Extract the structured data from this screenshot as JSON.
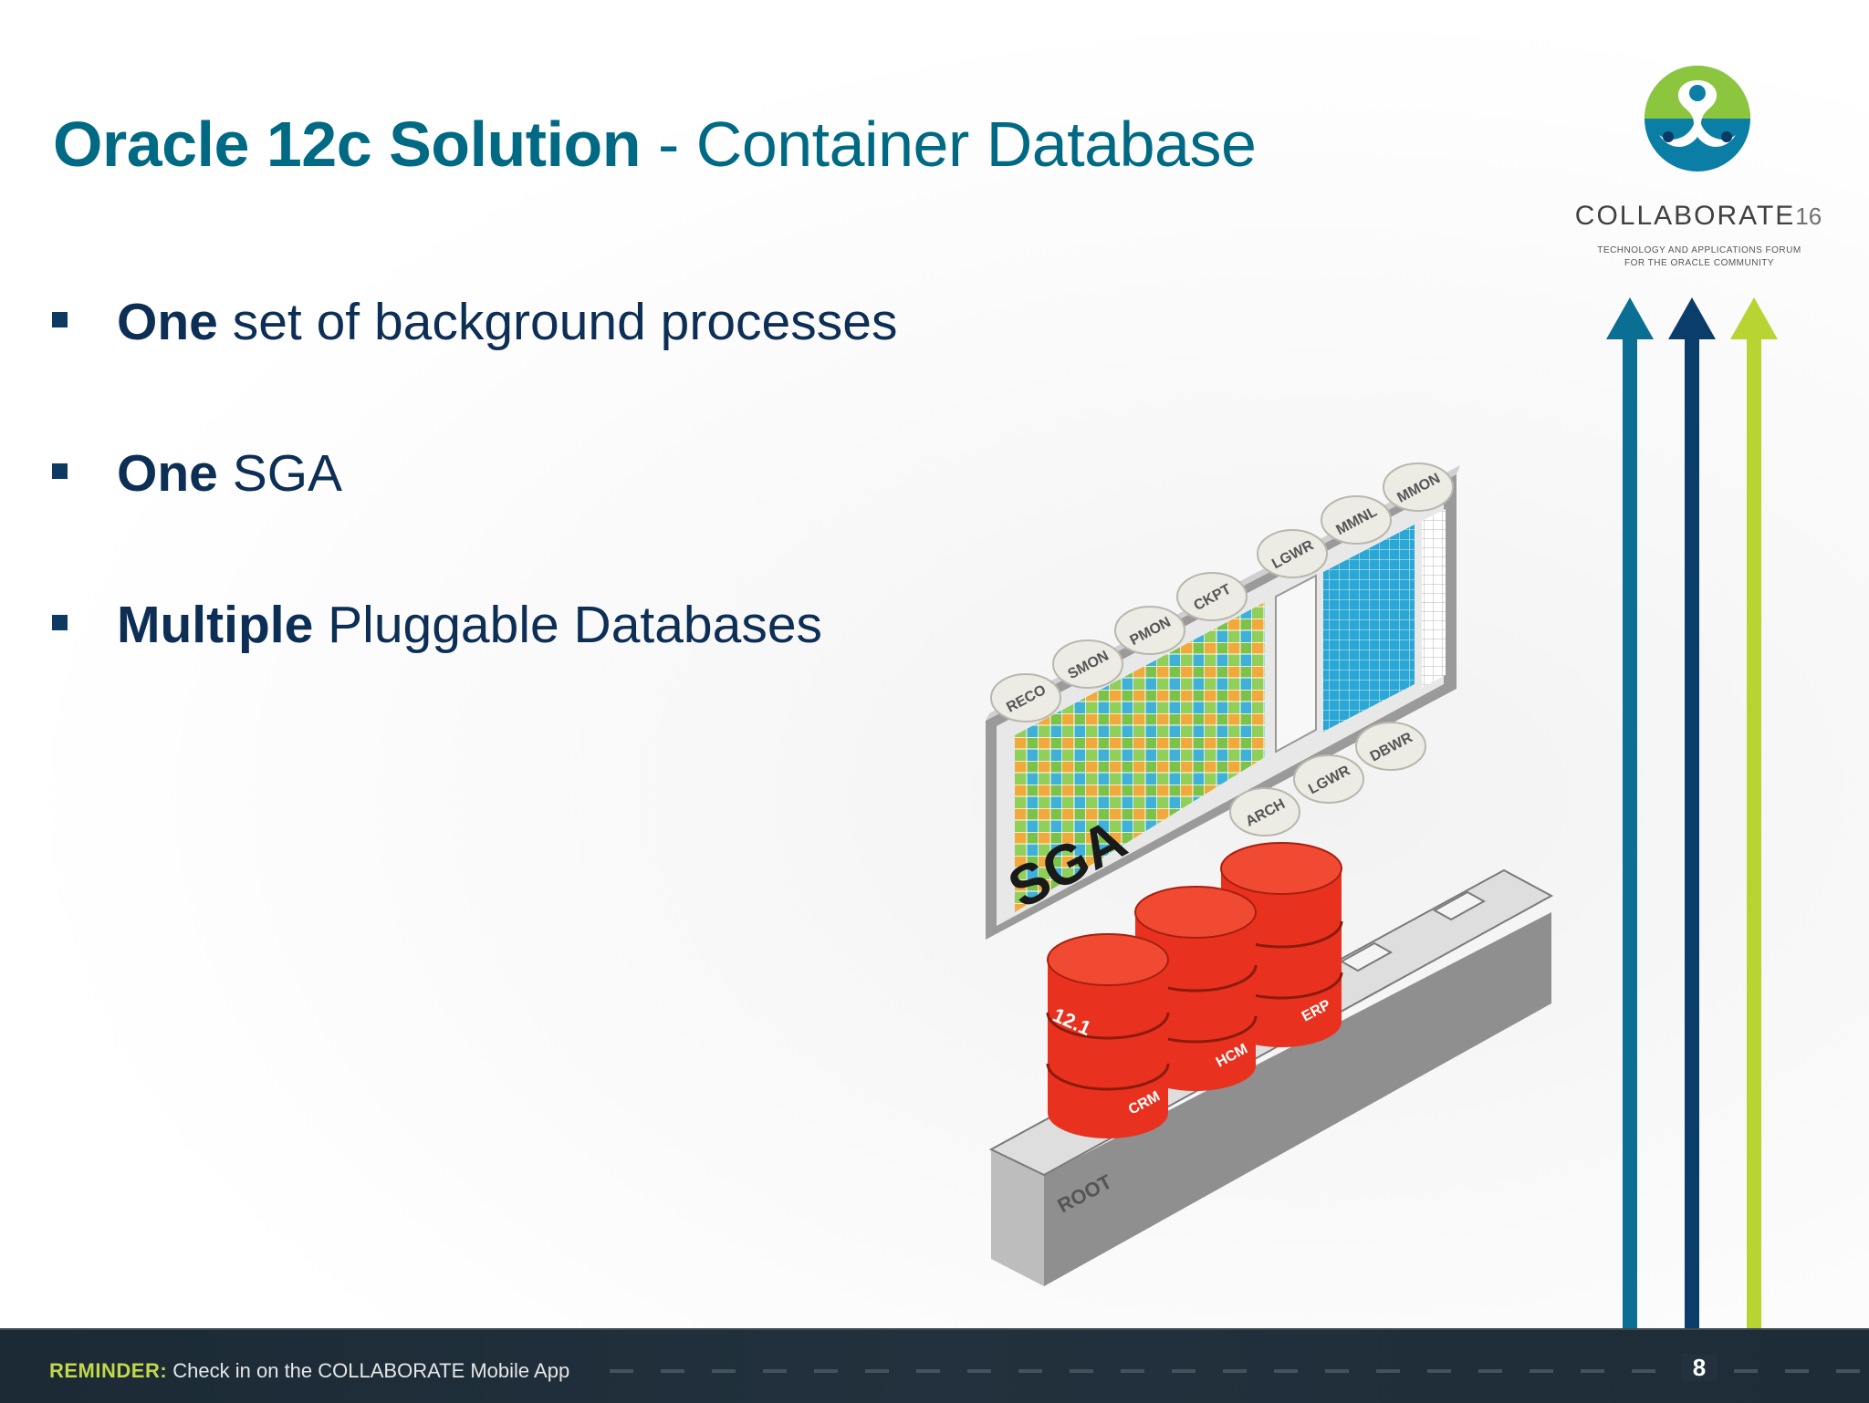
{
  "slide": {
    "title_bold": "Oracle 12c Solution",
    "title_rest": " - Container Database",
    "bullets": [
      {
        "bold": "One",
        "rest": " set of background processes"
      },
      {
        "bold": "One",
        "rest": " SGA"
      },
      {
        "bold": "Multiple",
        "rest": " Pluggable Databases"
      }
    ]
  },
  "logo": {
    "name": "COLLABORATE",
    "year": "16",
    "tagline_line1": "TECHNOLOGY AND APPLICATIONS FORUM",
    "tagline_line2": "FOR THE ORACLE COMMUNITY",
    "colors": {
      "green": "#8cc63f",
      "teal": "#0a7ea4",
      "navy": "#0b3a66"
    }
  },
  "arrows": {
    "colors": [
      "#0b6e93",
      "#0b3d6b",
      "#b8d432"
    ]
  },
  "diagram": {
    "sga_label": "SGA",
    "top_processes": [
      "RECO",
      "SMON",
      "PMON",
      "CKPT",
      "LGWR",
      "MMNL",
      "MMON"
    ],
    "bottom_processes": [
      "ARCH",
      "LGWR",
      "DBWR"
    ],
    "databases": [
      "CRM",
      "HCM",
      "ERP"
    ],
    "version_label": "12.1",
    "root_label": "ROOT",
    "colors": {
      "db_red": "#e8321f",
      "sga_grid": "#29a9d6",
      "root_gray": "#bfbfbf"
    }
  },
  "footer": {
    "reminder_label": "REMINDER:",
    "reminder_text": " Check in on the COLLABORATE Mobile App",
    "page_number": "8"
  }
}
